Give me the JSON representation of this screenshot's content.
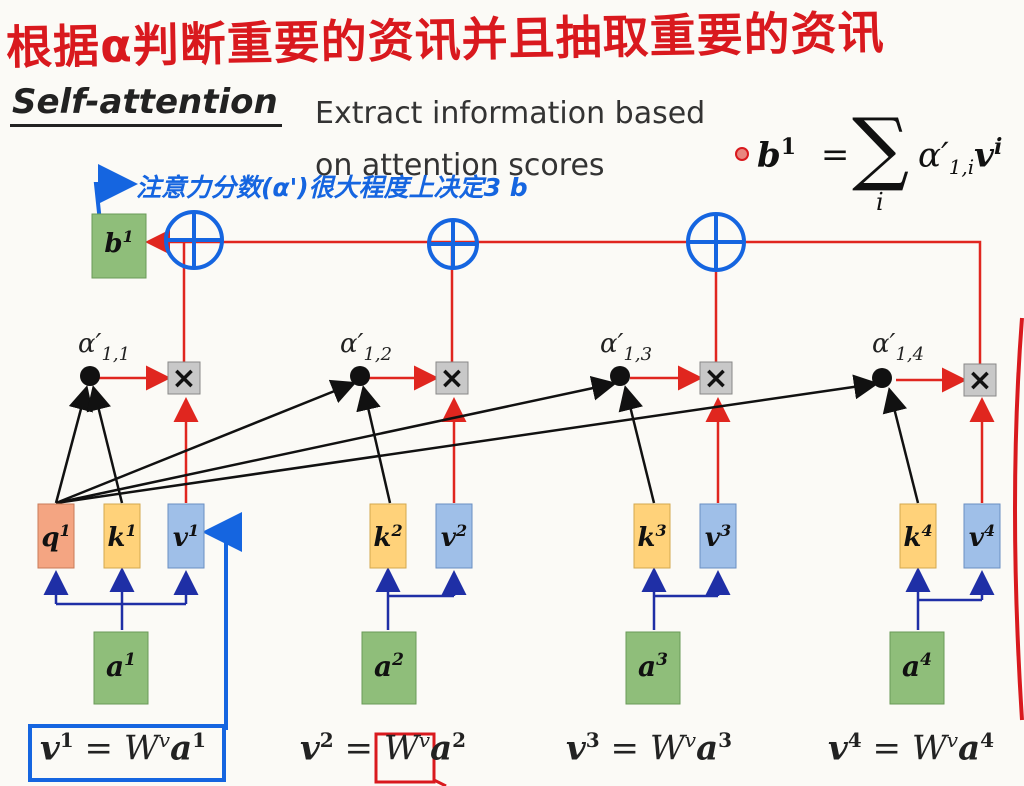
{
  "annotation_title": "根据α判断重要的资讯并且抽取重要的资讯",
  "title": "Self-attention",
  "subtitle": "Extract information based on attention scores",
  "handwritten_note": "注意力分数(α')很大程度上决定3 b",
  "formula": {
    "lhs": "b",
    "lhs_sup": "1",
    "equals": "=",
    "sum_symbol": "∑",
    "sum_index": "i",
    "term": "α′",
    "term_sub": "1,i",
    "term_var": "v",
    "term_var_sup": "i"
  },
  "nodes": {
    "b1": {
      "base": "b",
      "sup": "1"
    },
    "q1": {
      "base": "q",
      "sup": "1"
    },
    "k": [
      {
        "base": "k",
        "sup": "1"
      },
      {
        "base": "k",
        "sup": "2"
      },
      {
        "base": "k",
        "sup": "3"
      },
      {
        "base": "k",
        "sup": "4"
      }
    ],
    "v": [
      {
        "base": "v",
        "sup": "1"
      },
      {
        "base": "v",
        "sup": "2"
      },
      {
        "base": "v",
        "sup": "3"
      },
      {
        "base": "v",
        "sup": "4"
      }
    ],
    "a": [
      {
        "base": "a",
        "sup": "1"
      },
      {
        "base": "a",
        "sup": "2"
      },
      {
        "base": "a",
        "sup": "3"
      },
      {
        "base": "a",
        "sup": "4"
      }
    ],
    "alpha": [
      {
        "base": "α′",
        "sub": "1,1"
      },
      {
        "base": "α′",
        "sub": "1,2"
      },
      {
        "base": "α′",
        "sub": "1,3"
      },
      {
        "base": "α′",
        "sub": "1,4"
      }
    ],
    "multiply_symbol": "×",
    "plus_symbol": "⊕"
  },
  "equations": [
    {
      "lhs": "v",
      "lhs_sup": "1",
      "eq": "=",
      "w": "W",
      "w_sup": "v",
      "rhs": "a",
      "rhs_sup": "1"
    },
    {
      "lhs": "v",
      "lhs_sup": "2",
      "eq": "=",
      "w": "W",
      "w_sup": "v",
      "rhs": "a",
      "rhs_sup": "2"
    },
    {
      "lhs": "v",
      "lhs_sup": "3",
      "eq": "=",
      "w": "W",
      "w_sup": "v",
      "rhs": "a",
      "rhs_sup": "3"
    },
    {
      "lhs": "v",
      "lhs_sup": "4",
      "eq": "=",
      "w": "W",
      "w_sup": "v",
      "rhs": "a",
      "rhs_sup": "4"
    }
  ],
  "colors": {
    "red_annotation": "#d9191e",
    "blue_annotation": "#1565e0",
    "red_arrow": "#e0261f",
    "dark_blue_arrow": "#1f2fa6",
    "green_box": "#8fbe7a",
    "orange_box": "#f4a582",
    "yellow_box": "#ffd27a",
    "blue_box": "#9fbfe8"
  }
}
